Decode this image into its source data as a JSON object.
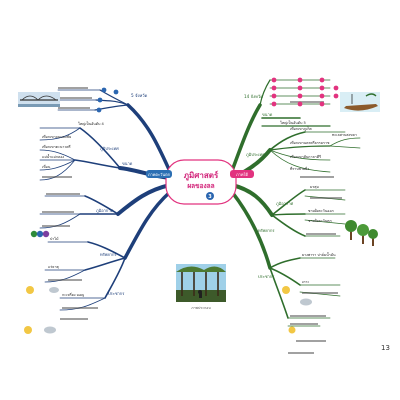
{
  "center": {
    "title_line1": "ภูมิศาสตร์",
    "title_line2": "ผลของลล",
    "badge": "3"
  },
  "branches": {
    "left_label": "ภาคตะวันตก",
    "right_label": "ภาคใต้"
  },
  "right_labels": {
    "provinces_head": "14 จังหวัด",
    "area_head": "ขนาด",
    "area_text": "ใหญ่เป็นอันดับ 5",
    "geography_head": "ภูมิประเทศ",
    "mountains": "เทือกเขาภูเก็ต",
    "mountains2": "เทือกเขานครศรีธรรมราช",
    "mountains3": "เทือกเขาสันกาลาคีรี",
    "plains": "ที่ราบชายฝั่ง",
    "islands": "เกาะ",
    "climate_head": "ภูมิอากาศ",
    "climate_text": "มรสุม",
    "resources_head": "ทรัพยากร",
    "people_head": "ประชากร",
    "people_text": "ยางพารา ปาล์มน้ำมัน",
    "lake": "ทะเลสาบสงขลา",
    "coast": "ชายฝั่งตะวันออก",
    "coast2": "ชายฝั่งตะวันตก"
  },
  "left_labels": {
    "provinces_head": "5 จังหวัด",
    "area_head": "ขนาด",
    "area_text": "ใหญ่เป็นอันดับ 4",
    "geography_head": "ภูมิประเทศ",
    "mountains": "เทือกเขาถนนธงชัย",
    "mountains2": "เทือกเขาตะนาวศรี",
    "rivers": "แม่น้ำแม่กลอง",
    "dams": "เขื่อน",
    "climate_head": "ภูมิอากาศ",
    "resources_head": "ทรัพยากร",
    "forest": "ป่าไม้",
    "minerals": "แร่ธาตุ",
    "people_head": "ประชากร",
    "people_text": "กะเหรี่ยง มอญ"
  },
  "photo_caption": "ภาพประกอบ",
  "page_number": "13",
  "colors": {
    "branch_left": "#1e3f7a",
    "branch_right": "#2f6e2c",
    "center_fill": "#ffffff",
    "title_color": "#d2257a",
    "left_tag": "#2c6fb3",
    "right_tag": "#d2257a",
    "accent_pink": "#e2337f",
    "accent_blue": "#2b66b0"
  }
}
